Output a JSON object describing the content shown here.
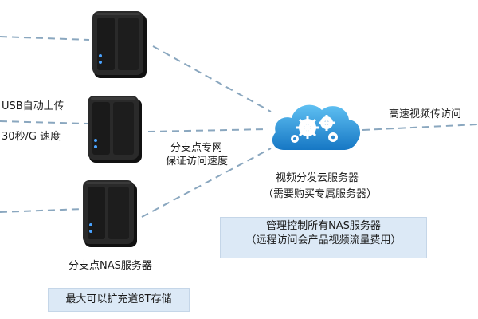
{
  "left_labels": {
    "usb": "USB自动上传",
    "speed": "30秒/G  速度"
  },
  "branch_network": {
    "line1": "分支点专网",
    "line2": "保证访问速度"
  },
  "cloud": {
    "title": "视频分发云服务器",
    "subtitle": "（需要购买专属服务器）"
  },
  "right_label": "高速视频传访问",
  "management_box": {
    "line1": "管理控制所有NAS服务器",
    "line2": "（远程访问会产品视频流量费用）"
  },
  "nas_caption": "分支点NAS服务器",
  "storage_box": "最大可以扩充道8T存储",
  "colors": {
    "line": "#8aa7bf",
    "cloud": "#1e8fd6",
    "box_fill": "#dce9f6",
    "box_border": "#c5d6e8",
    "nas_body": "#222222"
  }
}
